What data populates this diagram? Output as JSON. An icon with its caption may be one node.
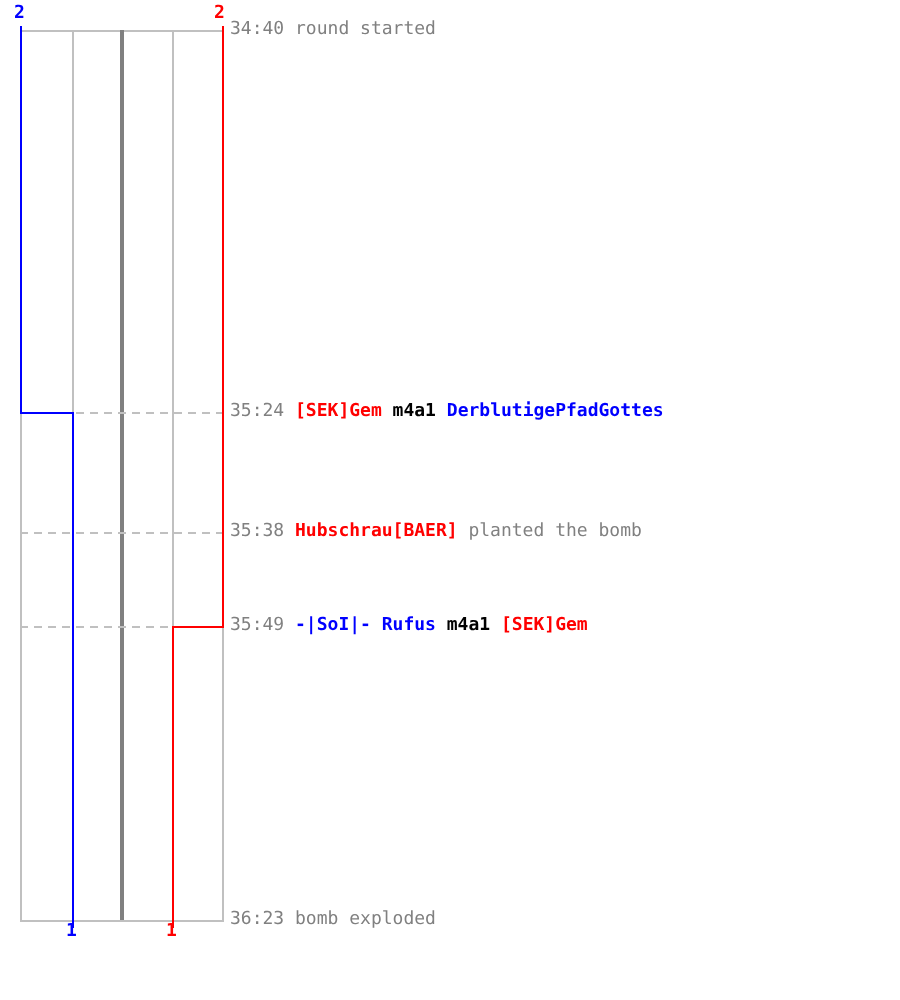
{
  "diagram": {
    "labels": [
      "2",
      "2",
      "34:40",
      "round started",
      "35:24",
      "[SEK]Gem",
      "m4a1",
      "DerblutigePfadGottes",
      "35:38",
      "Hubschrau[BAER]",
      "planted the bomb",
      "35:49",
      "-|SoI|-",
      "Rufus",
      "m4a1",
      "[SEK]Gem",
      "36:23",
      "bomb exploded",
      "1",
      "1"
    ]
  }
}
